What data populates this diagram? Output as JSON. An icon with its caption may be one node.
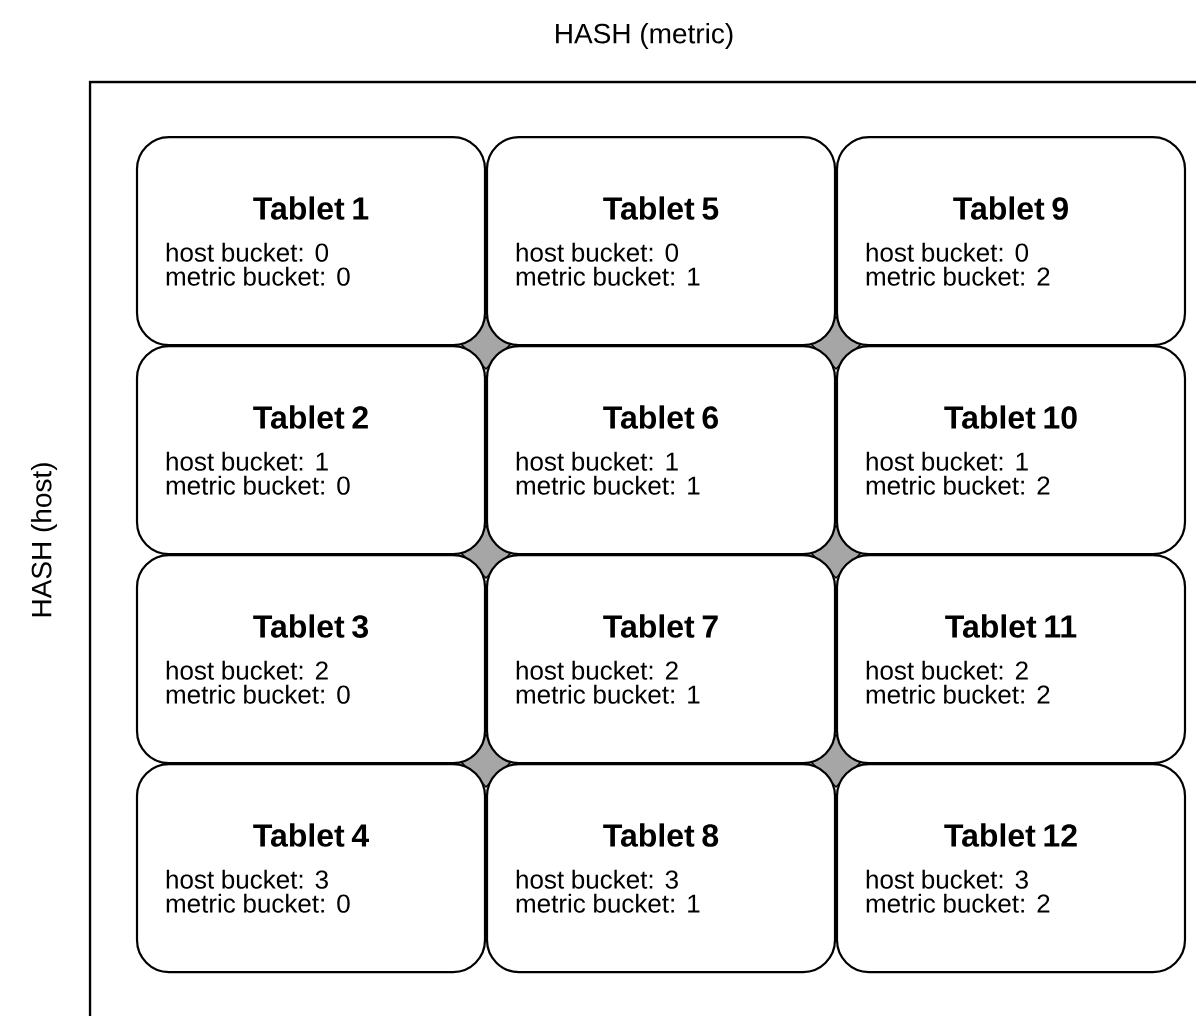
{
  "diagram": {
    "nodes": [
      {
        "text": [
          "Tablet 1",
          "host bucket: 0",
          "metric bucket: 0"
        ]
      },
      {
        "text": [
          "Tablet 5",
          "host bucket: 0",
          "metric bucket: 1"
        ]
      },
      {
        "text": [
          "Tablet 9",
          "host bucket: 0",
          "metric bucket: 2"
        ]
      },
      {
        "text": [
          "Tablet 2",
          "host bucket: 1",
          "metric bucket: 0"
        ]
      },
      {
        "text": [
          "Tablet 6",
          "host bucket: 1",
          "metric bucket: 1"
        ]
      },
      {
        "text": [
          "Tablet 10",
          "host bucket: 1",
          "metric bucket: 2"
        ]
      },
      {
        "text": [
          "Tablet 3",
          "host bucket: 2",
          "metric bucket: 0"
        ]
      },
      {
        "text": [
          "Tablet 7",
          "host bucket: 2",
          "metric bucket: 1"
        ]
      },
      {
        "text": [
          "Tablet 11",
          "host bucket: 2",
          "metric bucket: 2"
        ]
      },
      {
        "text": [
          "Tablet 4",
          "host bucket: 3",
          "metric bucket: 0"
        ]
      },
      {
        "text": [
          "Tablet 8",
          "host bucket: 3",
          "metric bucket: 1"
        ]
      },
      {
        "text": [
          "Tablet 12",
          "host bucket: 3",
          "metric bucket: 2"
        ]
      }
    ],
    "labels": [
      "HASH (metric)",
      "HASH (host)"
    ]
  }
}
